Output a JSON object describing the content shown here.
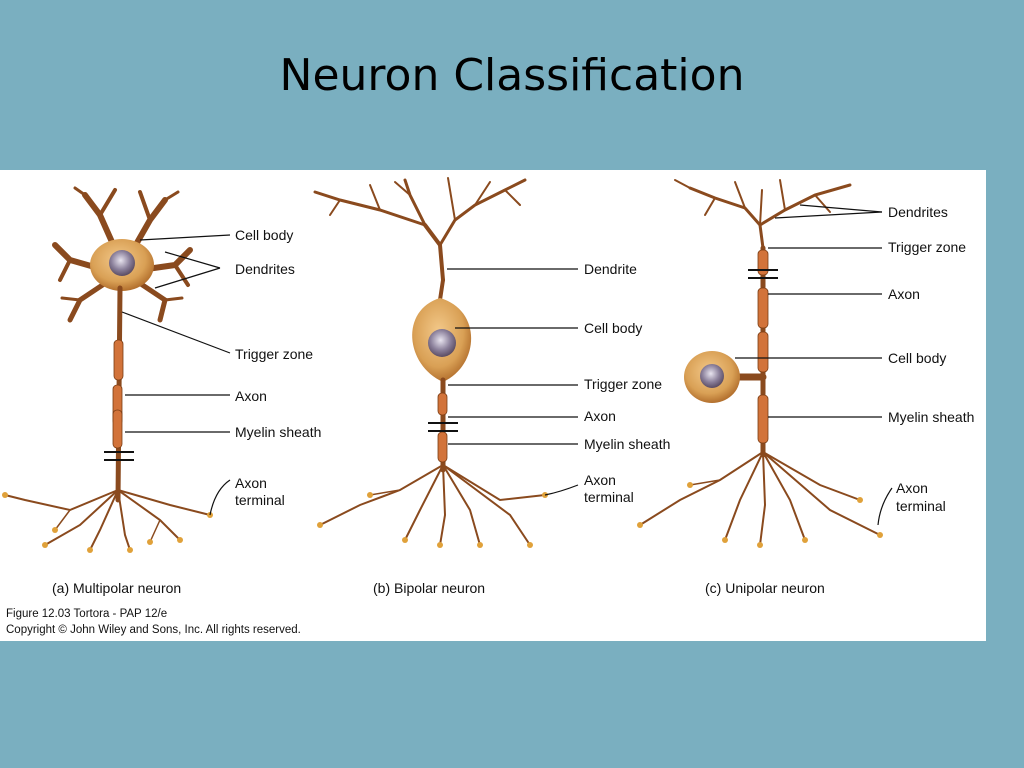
{
  "slide": {
    "title": "Neuron Classification"
  },
  "labels": {
    "multipolar": {
      "cell_body": "Cell body",
      "dendrites": "Dendrites",
      "trigger_zone": "Trigger zone",
      "axon": "Axon",
      "myelin_sheath": "Myelin sheath",
      "axon_terminal_1": "Axon",
      "axon_terminal_2": "terminal"
    },
    "bipolar": {
      "dendrite": "Dendrite",
      "cell_body": "Cell body",
      "trigger_zone": "Trigger zone",
      "axon": "Axon",
      "myelin_sheath": "Myelin sheath",
      "axon_terminal_1": "Axon",
      "axon_terminal_2": "terminal"
    },
    "unipolar": {
      "dendrites": "Dendrites",
      "trigger_zone": "Trigger zone",
      "axon": "Axon",
      "cell_body": "Cell body",
      "myelin_sheath": "Myelin sheath",
      "axon_terminal_1": "Axon",
      "axon_terminal_2": "terminal"
    }
  },
  "captions": {
    "a": "(a) Multipolar neuron",
    "b": "(b) Bipolar neuron",
    "c": "(c) Unipolar neuron"
  },
  "credit": {
    "line1": "Figure 12.03  Tortora - PAP 12/e",
    "line2": "Copyright © John Wiley and Sons, Inc. All rights reserved."
  },
  "colors": {
    "background": "#7aafc0",
    "panel": "#ffffff",
    "neuron_body": "#d9a055",
    "myelin": "#d2733a",
    "branch": "#8a4a1e"
  }
}
